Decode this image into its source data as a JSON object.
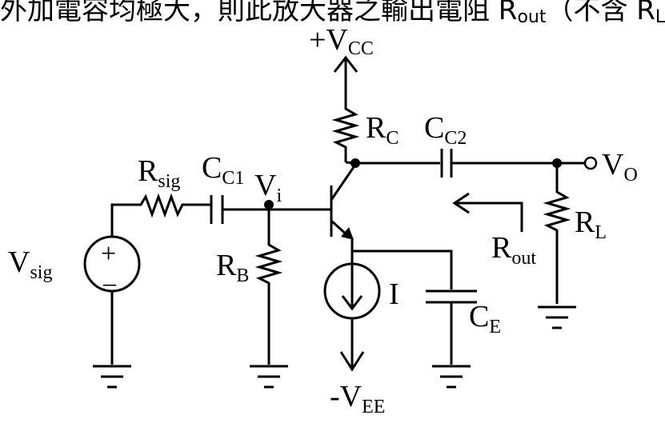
{
  "header_text": "外加電容均極大，則此放大器之輸出電阻 R",
  "header_sub": "out",
  "header_tail": "（不含 R",
  "header_tail_sub": "L",
  "labels": {
    "vcc_main": "+V",
    "vcc_sub": "CC",
    "vee_main": "-V",
    "vee_sub": "EE",
    "rc_main": "R",
    "rc_sub": "C",
    "cc2_main": "C",
    "cc2_sub": "C2",
    "vo_main": "V",
    "vo_sub": "O",
    "rsig_main": "R",
    "rsig_sub": "sig",
    "cc1_main": "C",
    "cc1_sub": "C1",
    "vi_main": "V",
    "vi_sub": "i",
    "vsig_main": "V",
    "vsig_sub": "sig",
    "rb_main": "R",
    "rb_sub": "B",
    "i_label": "I",
    "ce_main": "C",
    "ce_sub": "E",
    "rout_main": "R",
    "rout_sub": "out",
    "rl_main": "R",
    "rl_sub": "L",
    "plus_sign": "+",
    "minus_sign": "–"
  }
}
